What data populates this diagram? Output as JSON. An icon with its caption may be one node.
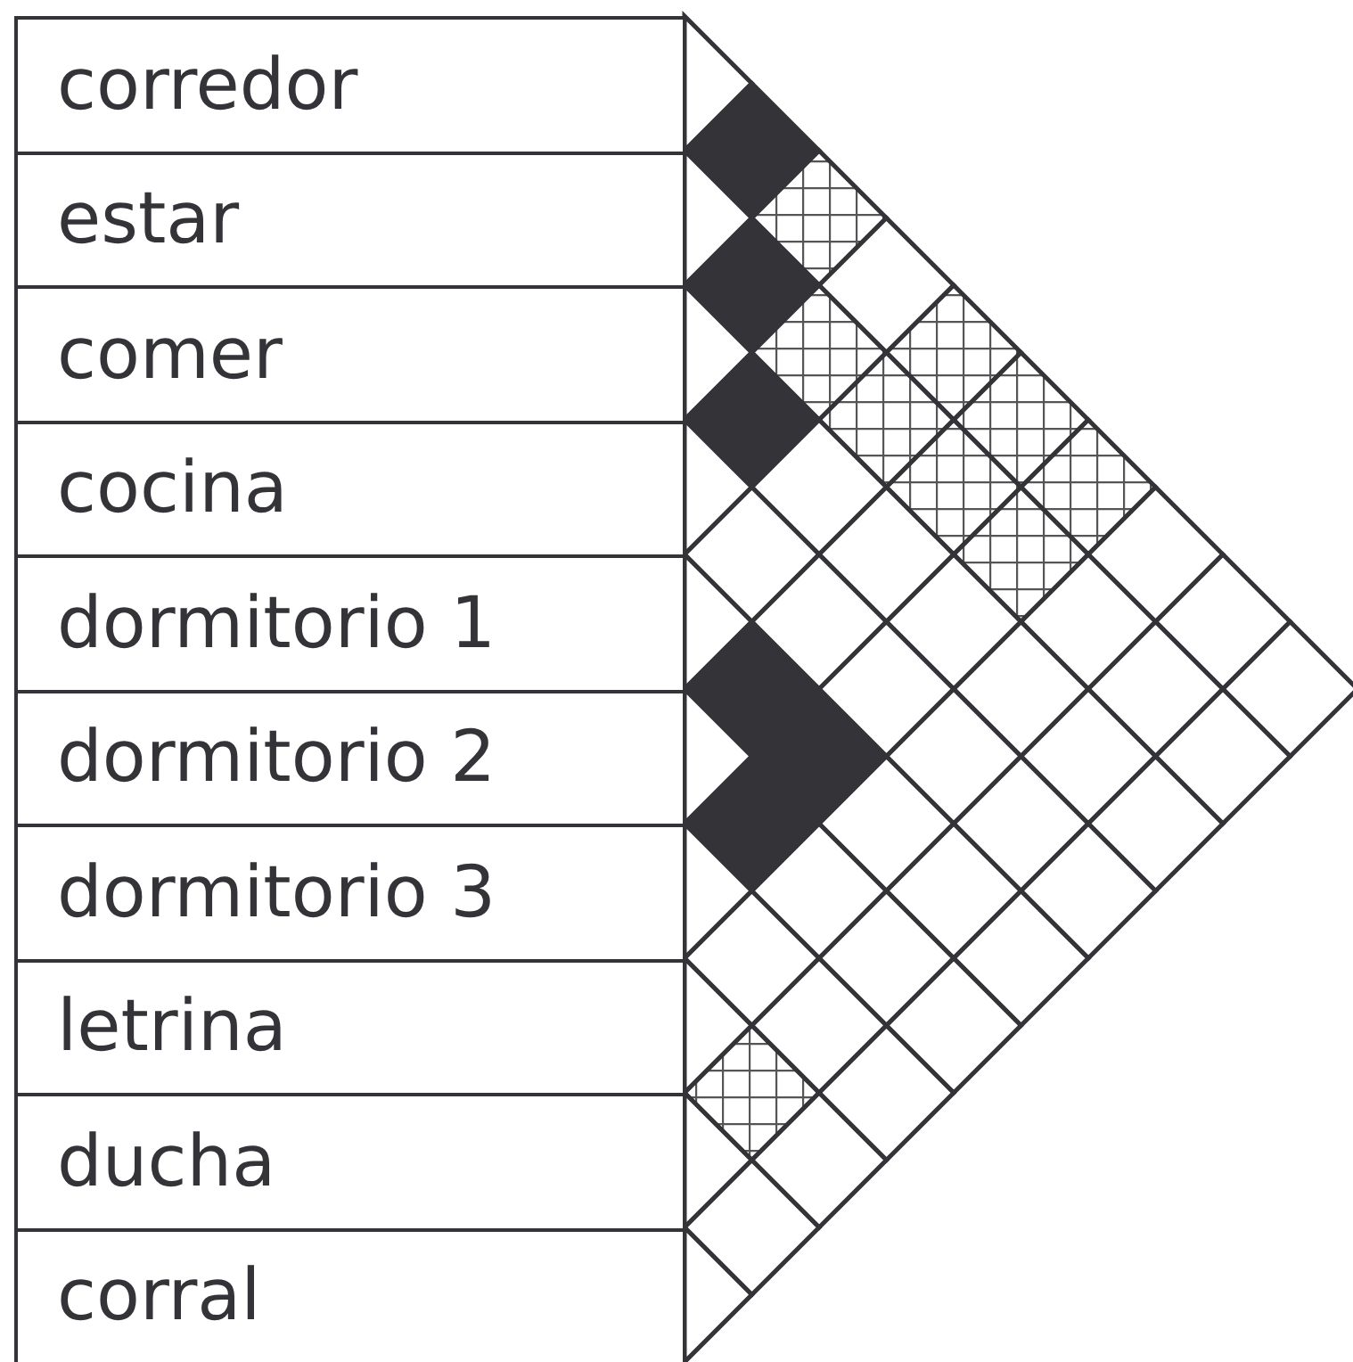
{
  "diagram": {
    "nodes": [
      {
        "text": [
          "corredor"
        ]
      },
      {
        "text": [
          "estar"
        ]
      },
      {
        "text": [
          "comer"
        ]
      },
      {
        "text": [
          "cocina"
        ]
      },
      {
        "text": [
          "dormitorio 1"
        ]
      },
      {
        "text": [
          "dormitorio 2"
        ]
      },
      {
        "text": [
          "dormitorio 3"
        ]
      },
      {
        "text": [
          "letrina"
        ]
      },
      {
        "text": [
          "ducha"
        ]
      },
      {
        "text": [
          "corral"
        ]
      }
    ]
  }
}
